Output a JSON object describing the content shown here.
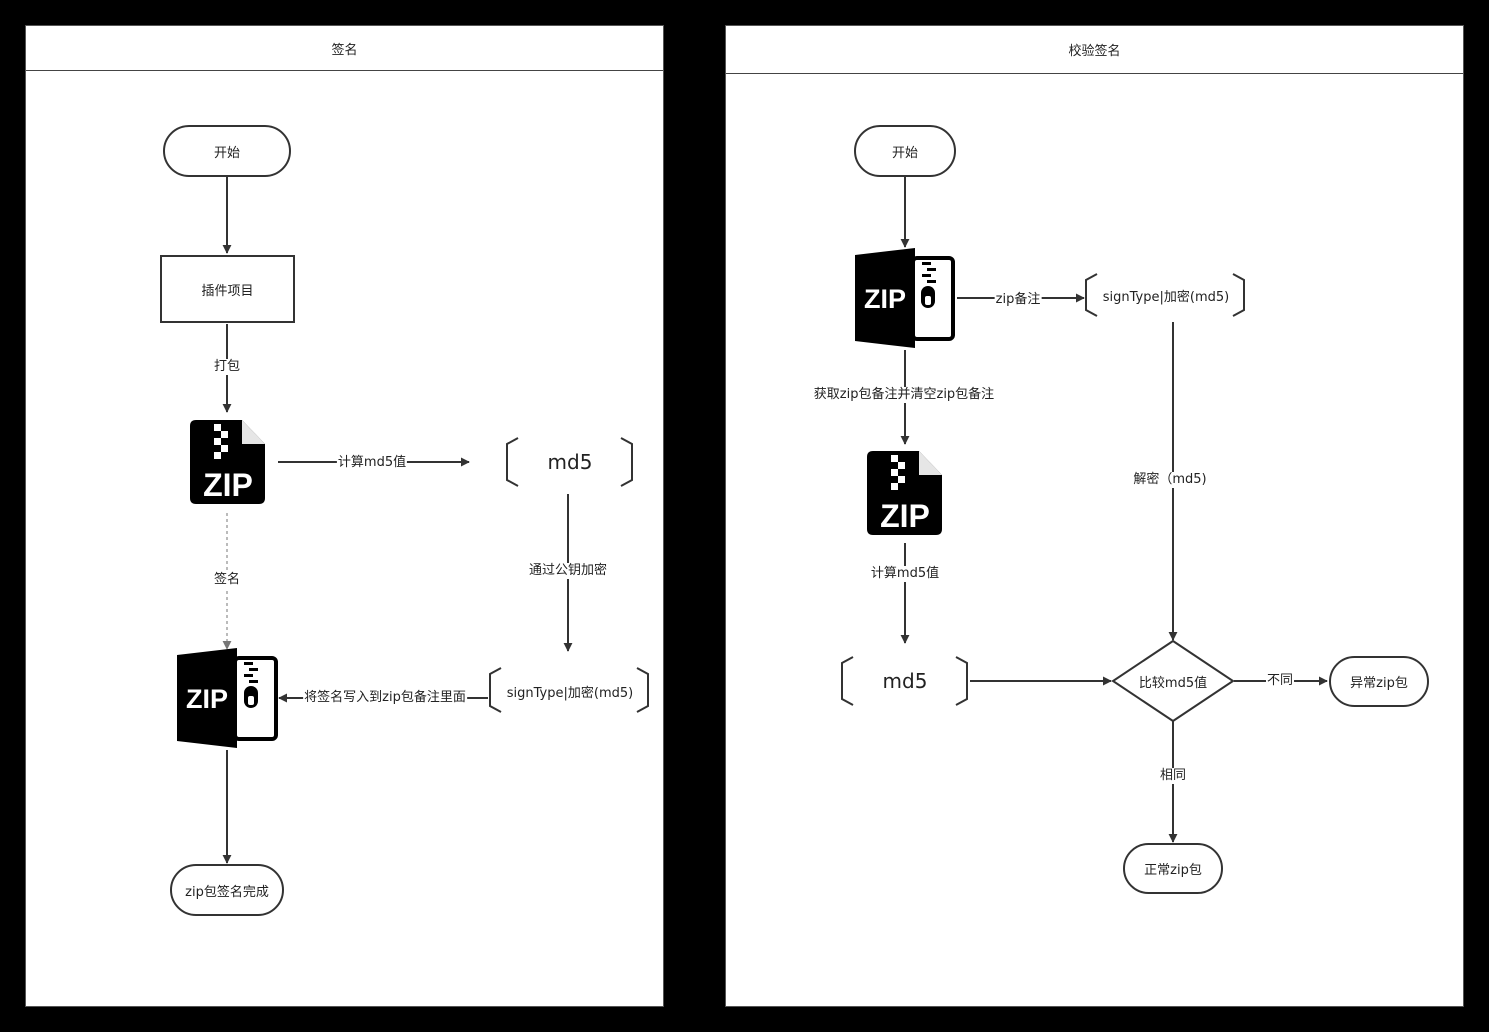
{
  "sign": {
    "title": "签名",
    "start": "开始",
    "project": "插件项目",
    "pack_label": "打包",
    "calc_label": "计算md5值",
    "md5": "md5",
    "encrypt_label": "通过公钥加密",
    "sign_label": "签名",
    "signtype": "signType|加密(md5)",
    "write_label": "将签名写入到zip包备注里面",
    "done": "zip包签名完成",
    "zip_icon_text": "ZIP"
  },
  "verify": {
    "title": "校验签名",
    "start": "开始",
    "zip_comment_label": "zip备注",
    "signtype": "signType|加密(md5)",
    "get_clear_label": "获取zip包备注并清空zip包备注",
    "decrypt_label": "解密（md5)",
    "calc_label": "计算md5值",
    "md5": "md5",
    "compare": "比较md5值",
    "diff_label": "不同",
    "abnormal": "异常zip包",
    "same_label": "相同",
    "normal": "正常zip包",
    "zip_icon_text": "ZIP"
  },
  "colors": {
    "line": "#333333",
    "background": "#000000",
    "pool": "#ffffff",
    "icon": "#000000"
  }
}
